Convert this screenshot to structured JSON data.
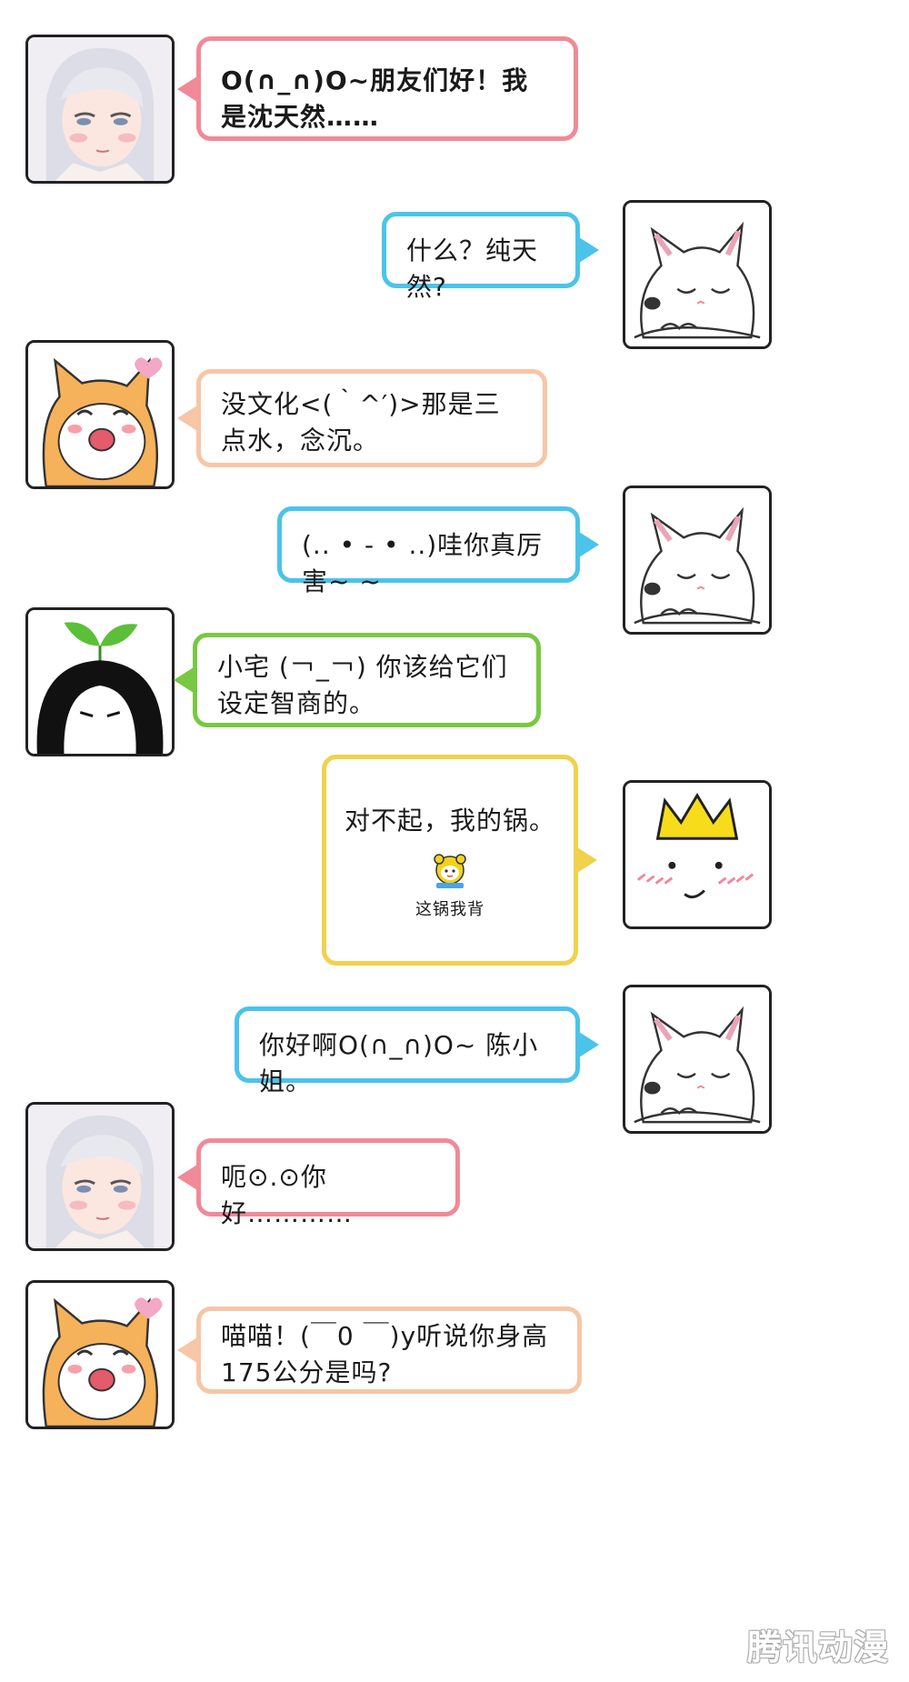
{
  "messages": [
    {
      "speaker": "沈天然",
      "text": "O(∩_∩)O~朋友们好！我是沈天然……"
    },
    {
      "speaker": "白狗",
      "text": "什么？纯天然?"
    },
    {
      "speaker": "橘猫",
      "text": "没文化<(｀^′)>那是三点水，念沉。"
    },
    {
      "speaker": "白狗",
      "text": "(.. • - • ..)哇你真厉害~ ~"
    },
    {
      "speaker": "小宅",
      "text": "小宅 (￢_￢) 你该给它们设定智商的。"
    },
    {
      "speaker": "皇冠",
      "text": "对不起，我的锅。",
      "sticker_label": "这锅我背"
    },
    {
      "speaker": "白狗",
      "text": "你好啊O(∩_∩)O~ 陈小姐。"
    },
    {
      "speaker": "沈天然",
      "text": "呃⊙.⊙你好…………"
    },
    {
      "speaker": "橘猫",
      "text": "喵喵！(￣0 ￣)y听说你身高175公分是吗?"
    }
  ],
  "watermark": "腾讯动漫",
  "colors": {
    "pink": "#f08a98",
    "blue": "#4cc3ea",
    "peach": "#f6c6a6",
    "green": "#78c843",
    "yellow": "#f0d24c"
  }
}
